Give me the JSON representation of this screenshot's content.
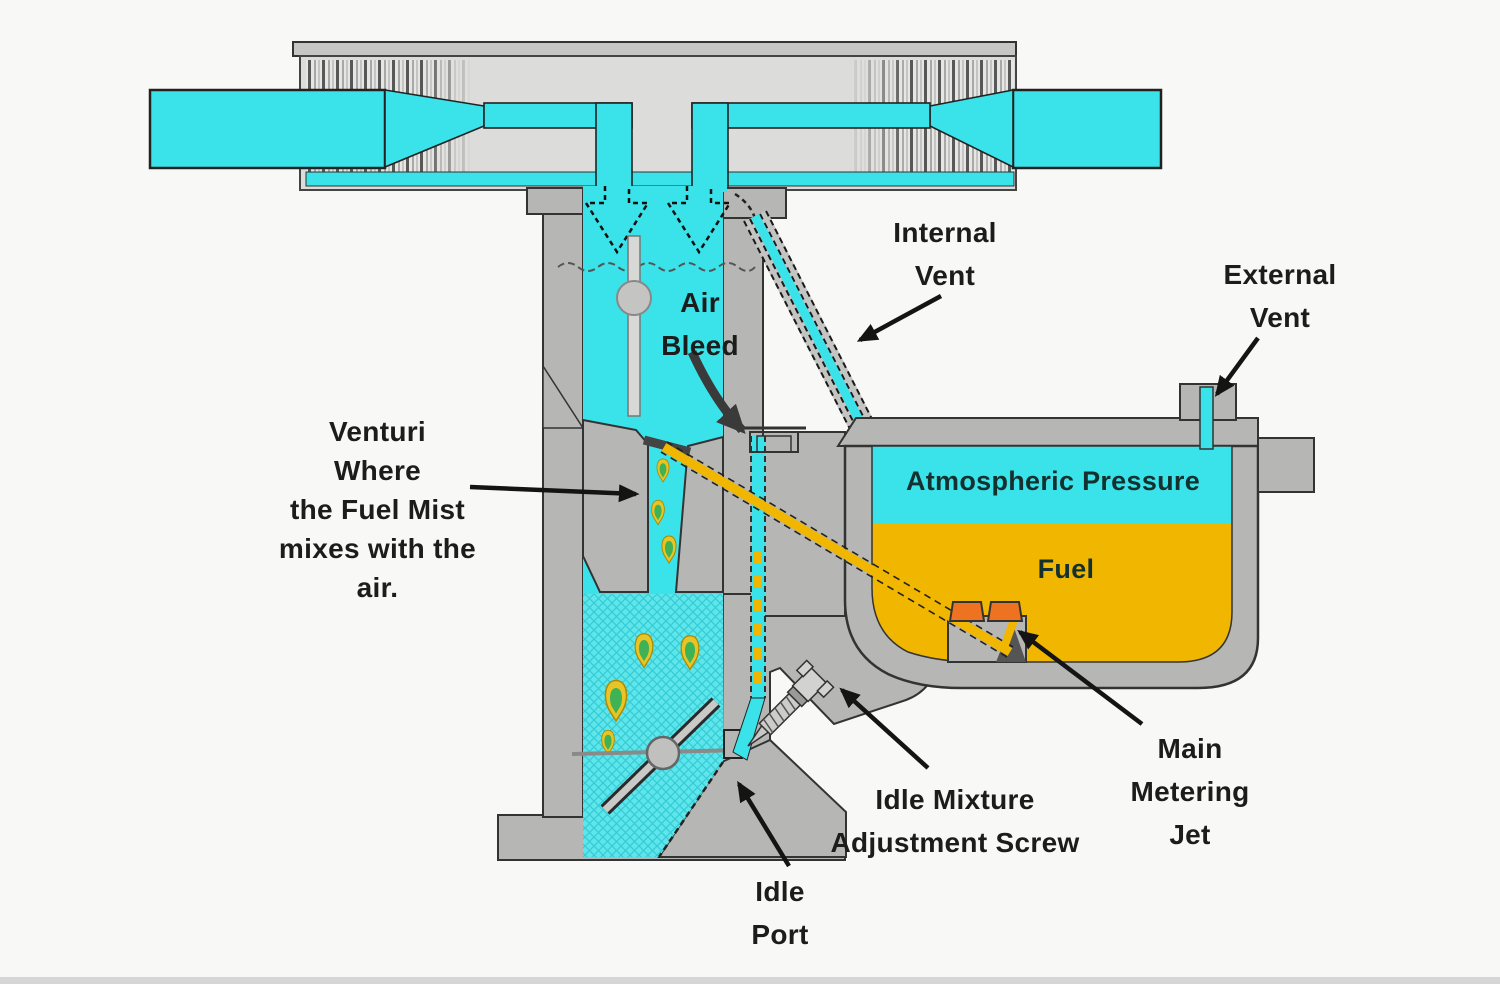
{
  "labels": {
    "internal_vent": {
      "lines": [
        "Internal",
        "Vent"
      ]
    },
    "external_vent": {
      "lines": [
        "External",
        "Vent"
      ]
    },
    "air_bleed": {
      "lines": [
        "Air",
        "Bleed"
      ]
    },
    "venturi": {
      "lines": [
        "Venturi",
        "Where",
        "the Fuel Mist",
        "mixes with the",
        "air."
      ]
    },
    "atmospheric_pressure": {
      "lines": [
        "Atmospheric Pressure"
      ]
    },
    "fuel": {
      "lines": [
        "Fuel"
      ]
    },
    "main_metering_jet": {
      "lines": [
        "Main",
        "Metering",
        "Jet"
      ]
    },
    "idle_mixture_screw": {
      "lines": [
        "Idle Mixture",
        "Adjustment Screw"
      ]
    },
    "idle_port": {
      "lines": [
        "Idle",
        "Port"
      ]
    }
  },
  "colors": {
    "air_flow_cyan": "#3ae2e9",
    "fuel_yellow": "#f0b600",
    "jet_orange": "#ee7320",
    "body_gray": "#b6b6b4",
    "housing_gray": "#dcdcda",
    "mist_green": "#3eb254",
    "outline_dark": "#2e2e2e",
    "label_text": "#1c1c1c"
  }
}
